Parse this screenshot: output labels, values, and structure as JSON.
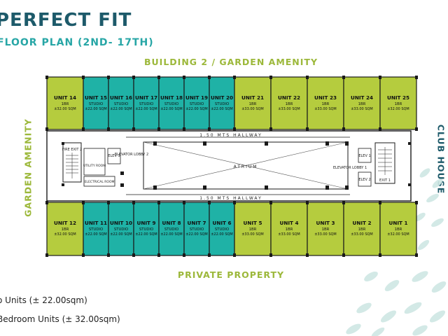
{
  "header": {
    "title": "PERFECT FIT",
    "subtitle": "FLOOR PLAN  (2ND- 17TH)"
  },
  "labels": {
    "top": "BUILDING 2 / GARDEN AMENITY",
    "bottom": "PRIVATE PROPERTY",
    "left": "GARDEN AMENITY",
    "right": "CLUB HOUSE",
    "hallway_top": "1.50 MTS HALLWAY",
    "hallway_bottom": "1.50 MTS HALLWAY",
    "atrium": "ATRIUM",
    "fire_exit": "FIRE EXIT 2",
    "elev3": "ELEV 3",
    "elevator_lobby_2": "ELEVATOR LOBBY 2",
    "utility_room": "UTILITY ROOM",
    "electrical_room": "ELECTRICAL ROOM",
    "elev1": "ELEV 1",
    "elev2": "ELEV 2",
    "elevator_lobby_1": "ELEVATOR LOBBY 1",
    "exit1": "EXIT 1"
  },
  "colors": {
    "oneBR": "#b5cc3e",
    "studio": "#1fb2a6",
    "outline": "#1a1a1a",
    "accent": "#9cb83a",
    "dark_teal": "#1d5a6a"
  },
  "units_top": [
    {
      "name": "UNIT 14",
      "type": "1BR",
      "area": "±32.00 SQM"
    },
    {
      "name": "UNIT 15",
      "type": "STUDIO",
      "area": "±22.00 SQM"
    },
    {
      "name": "UNIT 16",
      "type": "STUDIO",
      "area": "±22.00 SQM"
    },
    {
      "name": "UNIT 17",
      "type": "STUDIO",
      "area": "±22.00 SQM"
    },
    {
      "name": "UNIT 18",
      "type": "STUDIO",
      "area": "±22.00 SQM"
    },
    {
      "name": "UNIT 19",
      "type": "STUDIO",
      "area": "±22.00 SQM"
    },
    {
      "name": "UNIT 20",
      "type": "STUDIO",
      "area": "±22.00 SQM"
    },
    {
      "name": "UNIT 21",
      "type": "1BR",
      "area": "±33.00 SQM"
    },
    {
      "name": "UNIT 22",
      "type": "1BR",
      "area": "±33.00 SQM"
    },
    {
      "name": "UNIT 23",
      "type": "1BR",
      "area": "±33.00 SQM"
    },
    {
      "name": "UNIT 24",
      "type": "1BR",
      "area": "±33.00 SQM"
    },
    {
      "name": "UNIT 25",
      "type": "1BR",
      "area": "±32.00 SQM"
    }
  ],
  "units_bottom": [
    {
      "name": "UNIT 12",
      "type": "1BR",
      "area": "±32.00 SQM"
    },
    {
      "name": "UNIT 11",
      "type": "STUDIO",
      "area": "±22.00 SQM"
    },
    {
      "name": "UNIT 10",
      "type": "STUDIO",
      "area": "±22.00 SQM"
    },
    {
      "name": "UNIT 9",
      "type": "STUDIO",
      "area": "±22.00 SQM"
    },
    {
      "name": "UNIT 8",
      "type": "STUDIO",
      "area": "±22.00 SQM"
    },
    {
      "name": "UNIT 7",
      "type": "STUDIO",
      "area": "±22.00 SQM"
    },
    {
      "name": "UNIT 6",
      "type": "STUDIO",
      "area": "±22.00 SQM"
    },
    {
      "name": "UNIT 5",
      "type": "1BR",
      "area": "±33.00 SQM"
    },
    {
      "name": "UNIT 4",
      "type": "1BR",
      "area": "±33.00 SQM"
    },
    {
      "name": "UNIT 3",
      "type": "1BR",
      "area": "±33.00 SQM"
    },
    {
      "name": "UNIT 2",
      "type": "1BR",
      "area": "±33.00 SQM"
    },
    {
      "name": "UNIT 1",
      "type": "1BR",
      "area": "±32.00 SQM"
    }
  ],
  "legend": [
    {
      "text": "o Units (± 22.00sqm)"
    },
    {
      "text": "Bedroom Units (± 32.00sqm)"
    }
  ]
}
